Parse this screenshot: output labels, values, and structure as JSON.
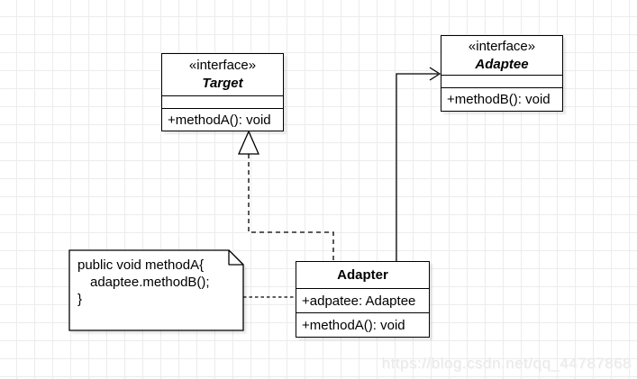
{
  "diagram": {
    "target": {
      "stereotype": "«interface»",
      "name": "Target",
      "methods": [
        "+methodA(): void"
      ]
    },
    "adaptee": {
      "stereotype": "«interface»",
      "name": "Adaptee",
      "methods": [
        "+methodB(): void"
      ]
    },
    "adapter": {
      "name": "Adapter",
      "attributes": [
        "+adpatee: Adaptee"
      ],
      "methods": [
        "+methodA(): void"
      ]
    },
    "note": {
      "lines": [
        "public void methodA{",
        "adaptee.methodB();",
        "}"
      ]
    },
    "watermark": "https://blog.csdn.net/qq_44787868",
    "colors": {
      "box_border": "#000000",
      "box_fill": "#ffffff",
      "grid_line": "#ececec",
      "watermark": "#e9e9e9"
    }
  }
}
